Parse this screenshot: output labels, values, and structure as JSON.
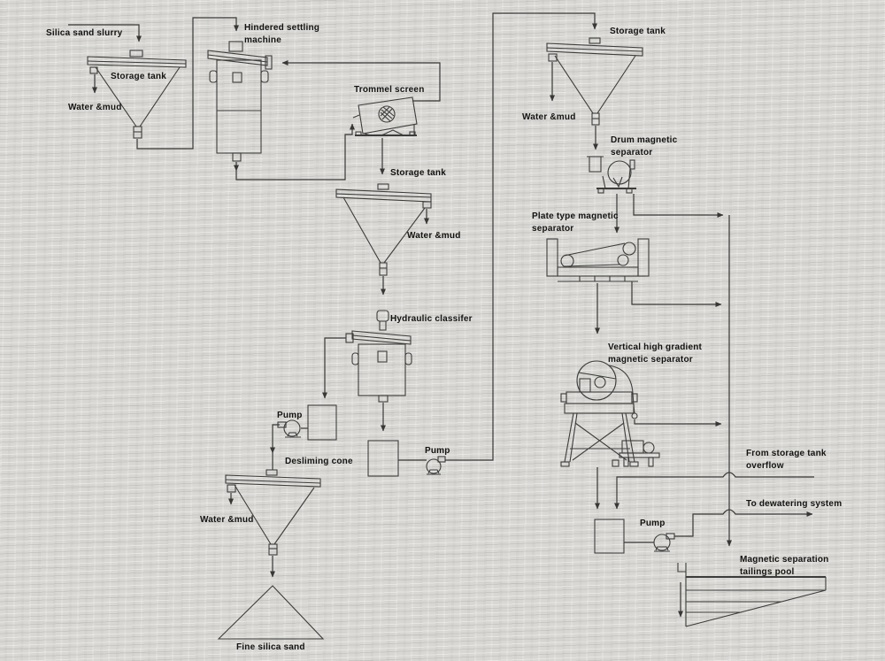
{
  "diagram": {
    "type": "process-flow-diagram",
    "subject": "Silica sand washing and magnetic separation plant flowsheet",
    "colors": {
      "paper": "#d8d7d3",
      "line": "#373737",
      "text": "#131313"
    }
  },
  "labels": {
    "silica_sand_slurry": "Silica sand slurry",
    "hindered_settling_machine": [
      "Hindered settling",
      "machine"
    ],
    "storage_tank_left": "Storage tank",
    "water_mud_left": "Water &mud",
    "trommel_screen": "Trommel screen",
    "storage_tank_mid": "Storage tank",
    "water_mud_mid": "Water &mud",
    "hydraulic_classifier": "Hydraulic classifer",
    "pump_desliming": "Pump",
    "desliming_cone": "Desliming cone",
    "water_mud_desliming": "Water &mud",
    "fine_silica_sand": "Fine silica sand",
    "pump_transfer": "Pump",
    "storage_tank_right": "Storage tank",
    "water_mud_right": "Water &mud",
    "drum_magnetic_separator": [
      "Drum magnetic",
      "separator"
    ],
    "plate_magnetic_separator": [
      "Plate type magnetic",
      "separator"
    ],
    "vertical_magnetic_separator": [
      "Vertical high gradient",
      "magnetic separator"
    ],
    "from_storage_overflow": [
      "From storage tank",
      "overflow"
    ],
    "to_dewatering": "To dewatering system",
    "pump_tailings": "Pump",
    "tailings_pool": [
      "Magnetic separation",
      "tailings pool"
    ]
  }
}
